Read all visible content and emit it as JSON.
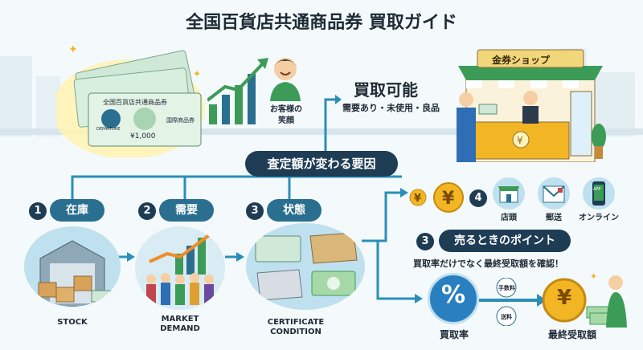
{
  "title": "全国百貨店共通商品券 買取ガイド",
  "voucher": {
    "top_text": "全国百貨店共通商品券",
    "brand": "DEPARTURE",
    "right_text": "国際商品券",
    "amount": "¥1,000"
  },
  "customer_label": "お客様の\n笑顔",
  "buyback": {
    "title": "買取可能",
    "conditions": "需要あり・未使用・良品"
  },
  "shop_sign": "金券ショップ",
  "factors_pill": "査定額が変わる要因",
  "factors": [
    {
      "num": "1",
      "label": "在庫",
      "caption": "STOCK"
    },
    {
      "num": "2",
      "label": "需要",
      "caption": "MARKET\nDEMAND"
    },
    {
      "num": "3",
      "label": "状態",
      "caption": "CERTIFICATE\nCONDITION"
    }
  ],
  "channels": {
    "num": "4",
    "items": [
      {
        "label": "店頭",
        "icon": "storefront-icon"
      },
      {
        "label": "郵送",
        "icon": "mail-icon"
      },
      {
        "label": "オンライン",
        "icon": "smartphone-icon"
      }
    ],
    "phone_text": "APP"
  },
  "tips": {
    "num": "3",
    "title": "売るときのポイント",
    "subtitle": "買取率だけでなく最終受取額を確認！",
    "rate_label": "買取率",
    "rate_symbol": "%",
    "fee": "手数料",
    "shipping": "送料",
    "final_label": "最終受取額",
    "yen": "¥"
  },
  "colors": {
    "primary": "#2a6f8f",
    "navy": "#1f3c55",
    "gold": "#f2b624",
    "green": "#3c9c57",
    "circle_bg": "#bfe0ef"
  }
}
